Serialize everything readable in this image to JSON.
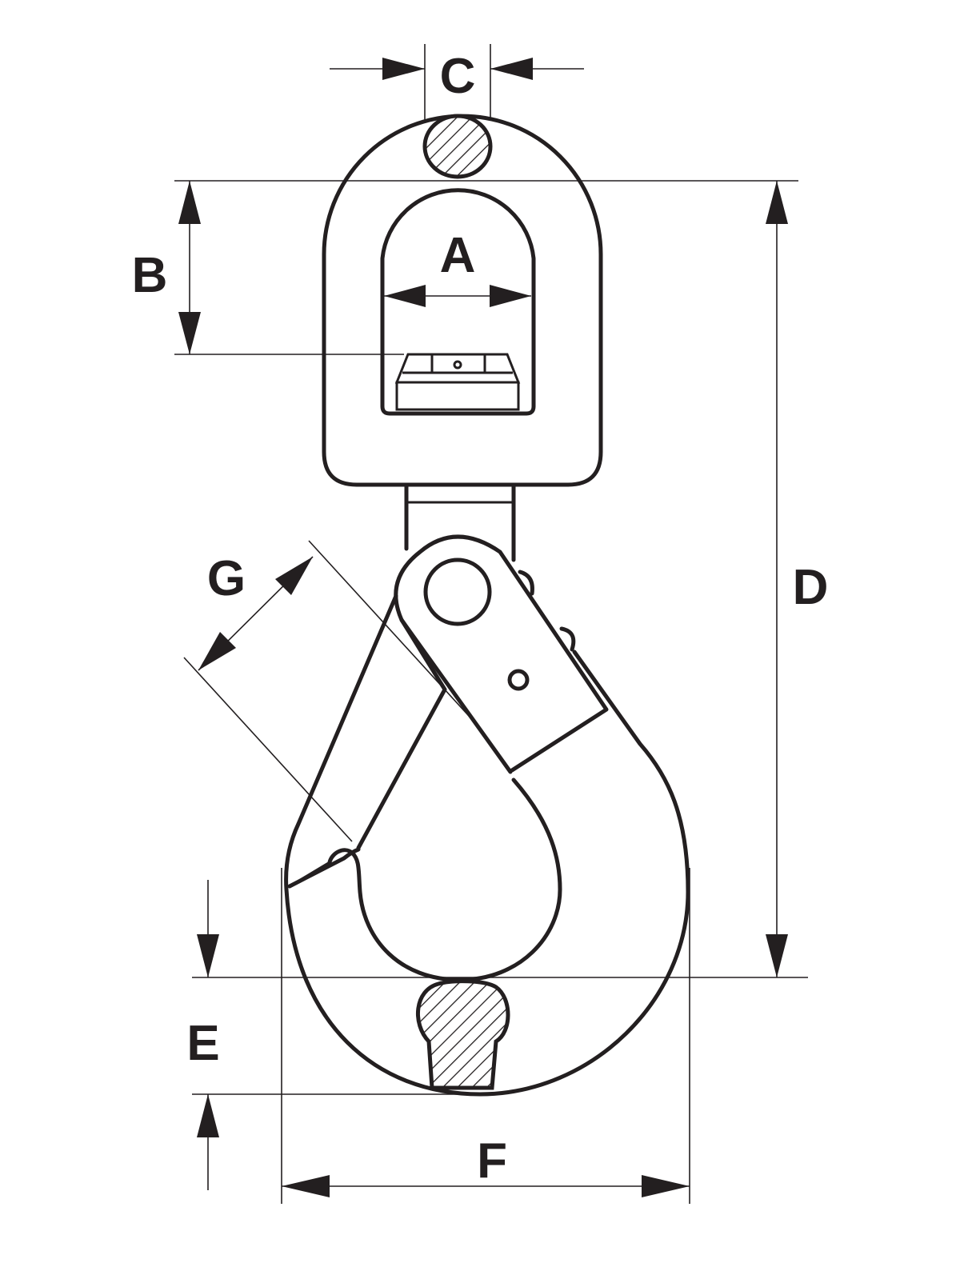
{
  "labels": {
    "a": "A",
    "b": "B",
    "c": "C",
    "d": "D",
    "e": "E",
    "f": "F",
    "g": "G"
  },
  "colors": {
    "stroke": "#231f20",
    "background": "#ffffff"
  }
}
